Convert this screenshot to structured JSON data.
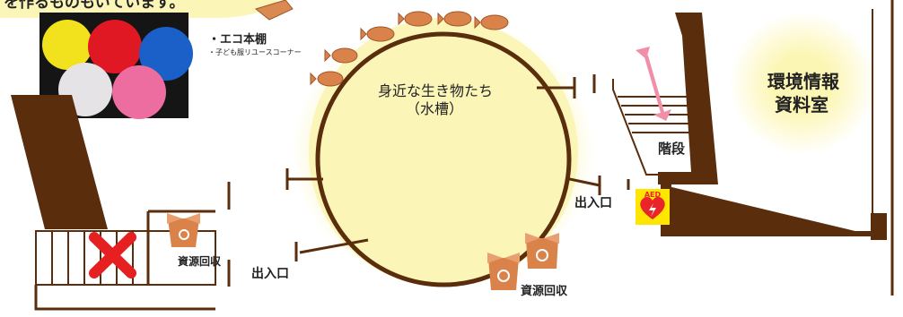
{
  "header": {
    "partial_text": "を作るものもいています。"
  },
  "shelf": {
    "title": "・エコ本棚",
    "subtitle": "・子ども服リユースコーナー"
  },
  "aquarium": {
    "line1": "身近な生き物たち",
    "line2": "（水槽）"
  },
  "stairs": {
    "label": "階段"
  },
  "env_room": {
    "line1": "環境情報",
    "line2": "資料室"
  },
  "aed": {
    "label": "AED",
    "color": "#ffe600",
    "heart_color": "#e8262a"
  },
  "entrances": {
    "left": "出入口",
    "right": "出入口"
  },
  "recycling": {
    "left": "資源回収",
    "bottom": "資源回収"
  },
  "icons": {
    "no_entry": "red-x-icon",
    "recycle": "recycle-box-icon",
    "fish": "taiyaki-fish-icon",
    "arrow": "double-arrow-icon"
  },
  "colors": {
    "wall": "#5a2d0c",
    "glow": "#fbf6b8",
    "box": "#d9824a",
    "arrow": "#f08fa8",
    "cross": "#e62020"
  }
}
